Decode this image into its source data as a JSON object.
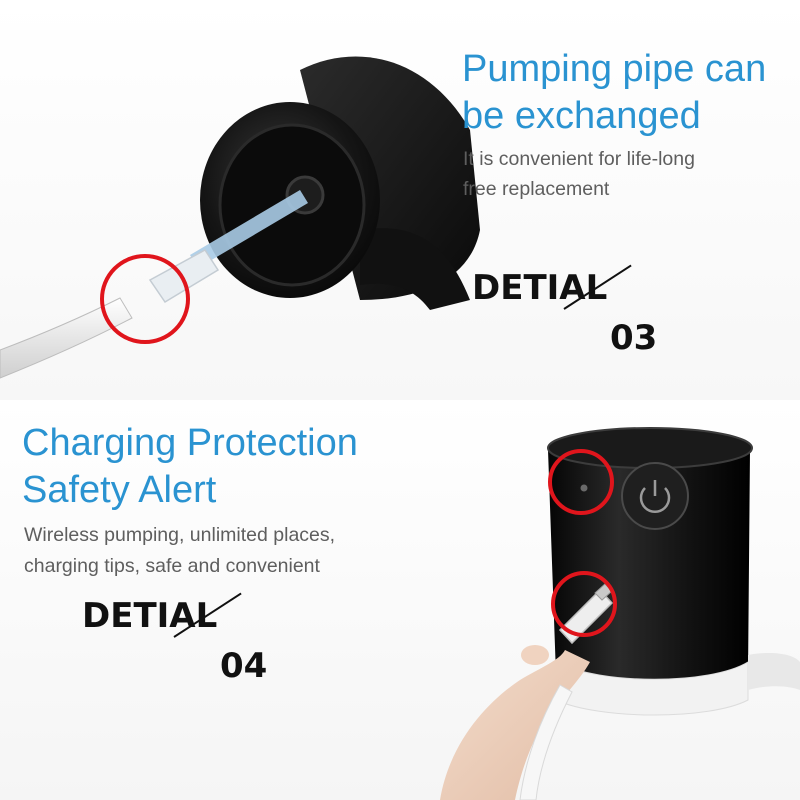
{
  "section_pipe": {
    "headline_line1": "Pumping pipe can",
    "headline_line2": "be exchanged",
    "sub_line1": "It is convenient for life-long",
    "sub_line2": "free replacement",
    "detail_word": "DETIAL",
    "detail_number": "03"
  },
  "section_charging": {
    "headline_line1": "Charging Protection",
    "headline_line2": "Safety Alert",
    "sub_line1": "Wireless pumping, unlimited places,",
    "sub_line2": "charging tips, safe and convenient",
    "detail_word": "DETIAL",
    "detail_number": "04"
  },
  "colors": {
    "accent_blue": "#2a93d1",
    "highlight_red": "#e0151c",
    "device_black": "#111111"
  },
  "icons": {
    "highlight": "red-circle-highlight-icon",
    "power": "power-button-icon",
    "usb": "micro-usb-plug-icon"
  }
}
